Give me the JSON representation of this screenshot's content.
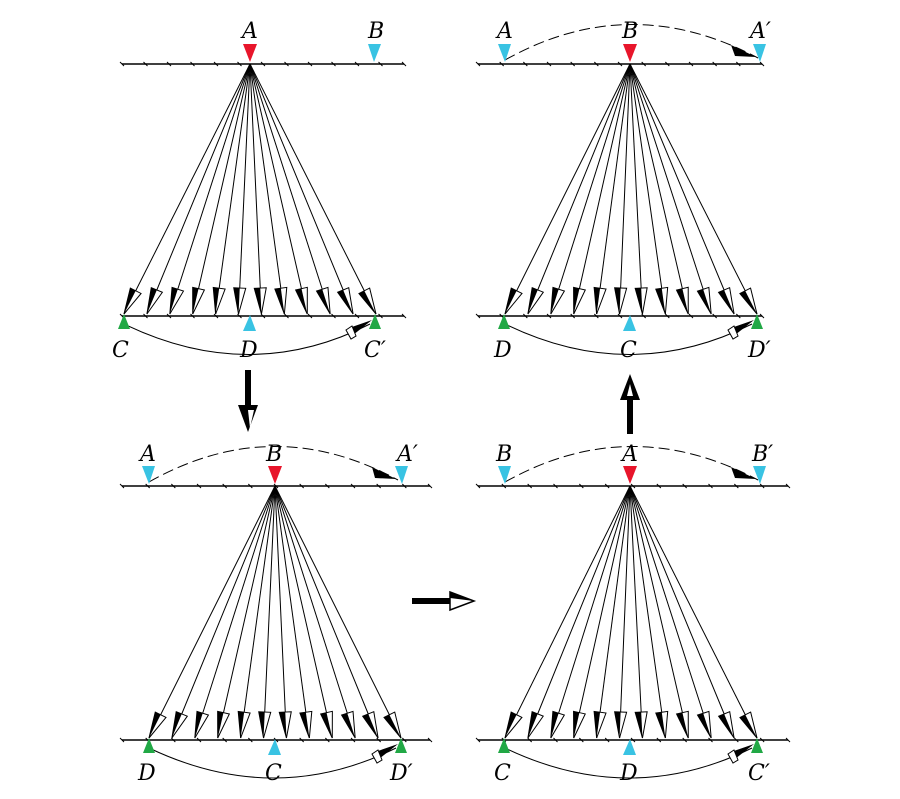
{
  "colors": {
    "source": "#e8152b",
    "receiver": "#39c3e3",
    "end": "#21a845",
    "line": "#000000"
  },
  "panels": [
    {
      "id": "top-left",
      "top_labels": {
        "source": "A",
        "left_station": "",
        "far_station": "B",
        "arc_end": ""
      },
      "bottom_labels": {
        "left": "C",
        "middle": "D",
        "right": "C′"
      },
      "has_top_arc": false
    },
    {
      "id": "top-right",
      "top_labels": {
        "source": "B",
        "left_station": "A",
        "far_station": "",
        "arc_end": "A′"
      },
      "bottom_labels": {
        "left": "D",
        "middle": "C",
        "right": "D′"
      },
      "has_top_arc": true
    },
    {
      "id": "bottom-left",
      "top_labels": {
        "source": "B",
        "left_station": "A",
        "far_station": "",
        "arc_end": "A′"
      },
      "bottom_labels": {
        "left": "D",
        "middle": "C",
        "right": "D′"
      },
      "has_top_arc": true
    },
    {
      "id": "bottom-right",
      "top_labels": {
        "source": "A",
        "left_station": "B",
        "far_station": "",
        "arc_end": "B′"
      },
      "bottom_labels": {
        "left": "C",
        "middle": "D",
        "right": "C′"
      },
      "has_top_arc": true
    }
  ],
  "flow_arrows": [
    {
      "id": "down",
      "direction": "down"
    },
    {
      "id": "right",
      "direction": "right"
    },
    {
      "id": "up",
      "direction": "up"
    }
  ]
}
